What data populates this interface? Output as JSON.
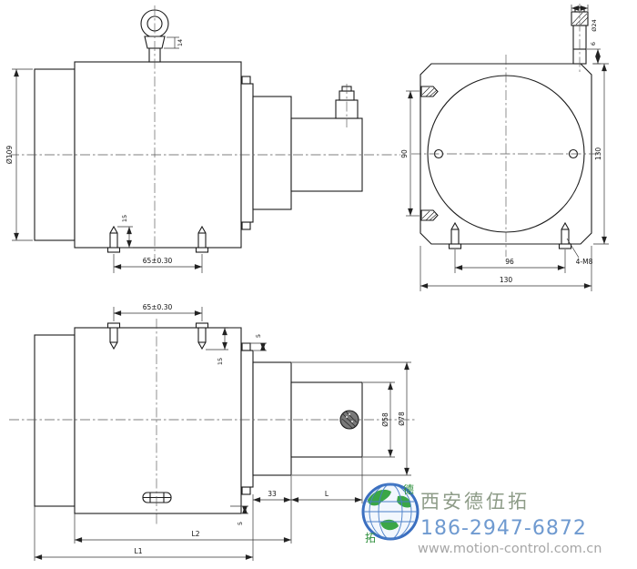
{
  "labels": {
    "v1_dia": "Ø109",
    "v1_eyebolt": "14",
    "v1_depth": "15",
    "v1_spacing": "65±0.30",
    "v2_inner_h": "90",
    "v2_outer_h": "130",
    "v2_inner_w": "96",
    "v2_outer_w": "130",
    "v2_thread": "4-M8",
    "v2_shaft_dia": "Ø24",
    "v2_shaft_len": "6",
    "v3_spacing": "65±0.30",
    "v3_depth": "15",
    "v3_gap_top": "5",
    "v3_gap_bottom": "5",
    "v3_conn_inner": "Ø58",
    "v3_conn_outer": "Ø78",
    "v3_step": "33",
    "v3_len_l": "L",
    "v3_len_l2": "L2",
    "v3_len_l1": "L1"
  },
  "watermark": {
    "company": "西安德伍拓",
    "phone": "186-2947-6872",
    "website": "www.motion-control.com.cn",
    "logo_char_1": "德",
    "logo_char_2": "拓"
  },
  "colors": {
    "line": "#1c1c1c",
    "phone_blue": "#6f9ad0",
    "company_green": "#8e9c88",
    "url_gray": "#a6a6a6",
    "globe_blue": "#3b6fc0",
    "globe_green": "#3aa647"
  }
}
